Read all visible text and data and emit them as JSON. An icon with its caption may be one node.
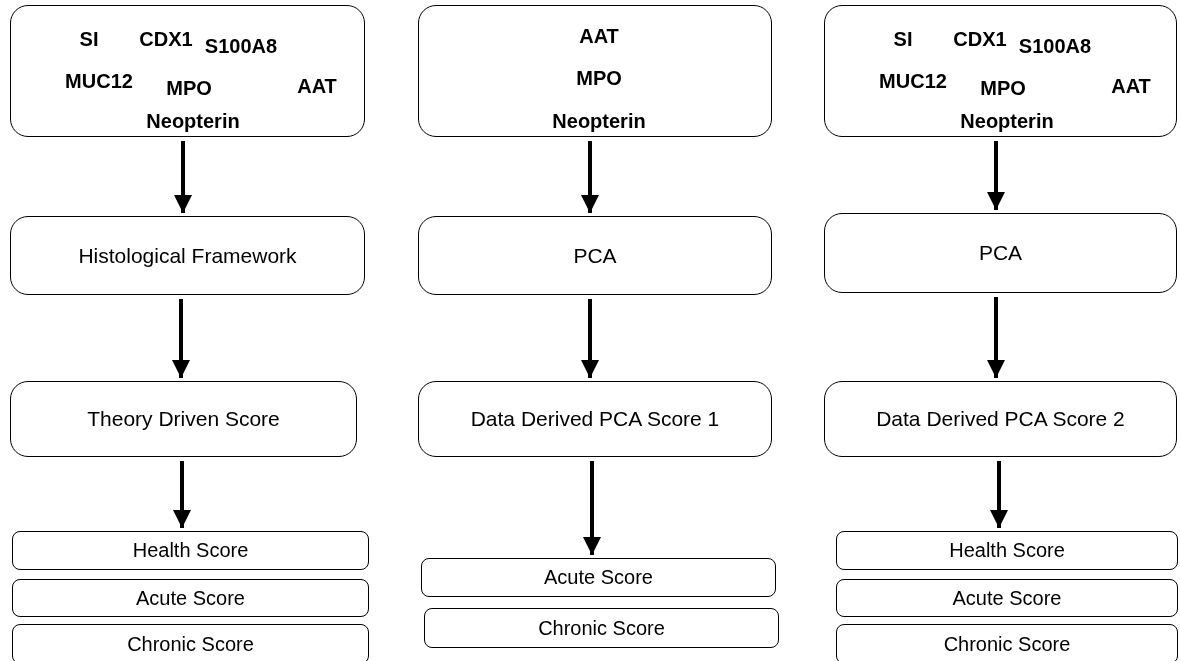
{
  "diagram": {
    "nodes": [
      {
        "text": [
          "SI",
          "CDX1",
          "S100A8",
          "MUC12",
          "MPO",
          "AAT",
          "Neopterin"
        ]
      },
      {
        "text": [
          "Histological Framework"
        ]
      },
      {
        "text": [
          "Theory Driven Score"
        ]
      },
      {
        "text": [
          "Health Score"
        ]
      },
      {
        "text": [
          "Acute Score"
        ]
      },
      {
        "text": [
          "Chronic Score"
        ]
      },
      {
        "text": [
          "AAT",
          "MPO",
          "Neopterin"
        ]
      },
      {
        "text": [
          "PCA"
        ]
      },
      {
        "text": [
          "Data Derived PCA Score 1"
        ]
      },
      {
        "text": [
          "Acute Score"
        ]
      },
      {
        "text": [
          "Chronic Score"
        ]
      },
      {
        "text": [
          "SI",
          "CDX1",
          "S100A8",
          "MUC12",
          "MPO",
          "AAT",
          "Neopterin"
        ]
      },
      {
        "text": [
          "PCA"
        ]
      },
      {
        "text": [
          "Data Derived PCA Score 2"
        ]
      },
      {
        "text": [
          "Health Score"
        ]
      },
      {
        "text": [
          "Acute Score"
        ]
      },
      {
        "text": [
          "Chronic Score"
        ]
      }
    ],
    "edges": [
      {
        "from": 0,
        "to": 1,
        "arrow": "to"
      },
      {
        "from": 1,
        "to": 2,
        "arrow": "to"
      },
      {
        "from": 2,
        "to": 3,
        "arrow": "to"
      },
      {
        "from": 6,
        "to": 7,
        "arrow": "to"
      },
      {
        "from": 7,
        "to": 8,
        "arrow": "to"
      },
      {
        "from": 8,
        "to": 9,
        "arrow": "to"
      },
      {
        "from": 11,
        "to": 12,
        "arrow": "to"
      },
      {
        "from": 12,
        "to": 13,
        "arrow": "to"
      },
      {
        "from": 13,
        "to": 14,
        "arrow": "to"
      }
    ]
  }
}
